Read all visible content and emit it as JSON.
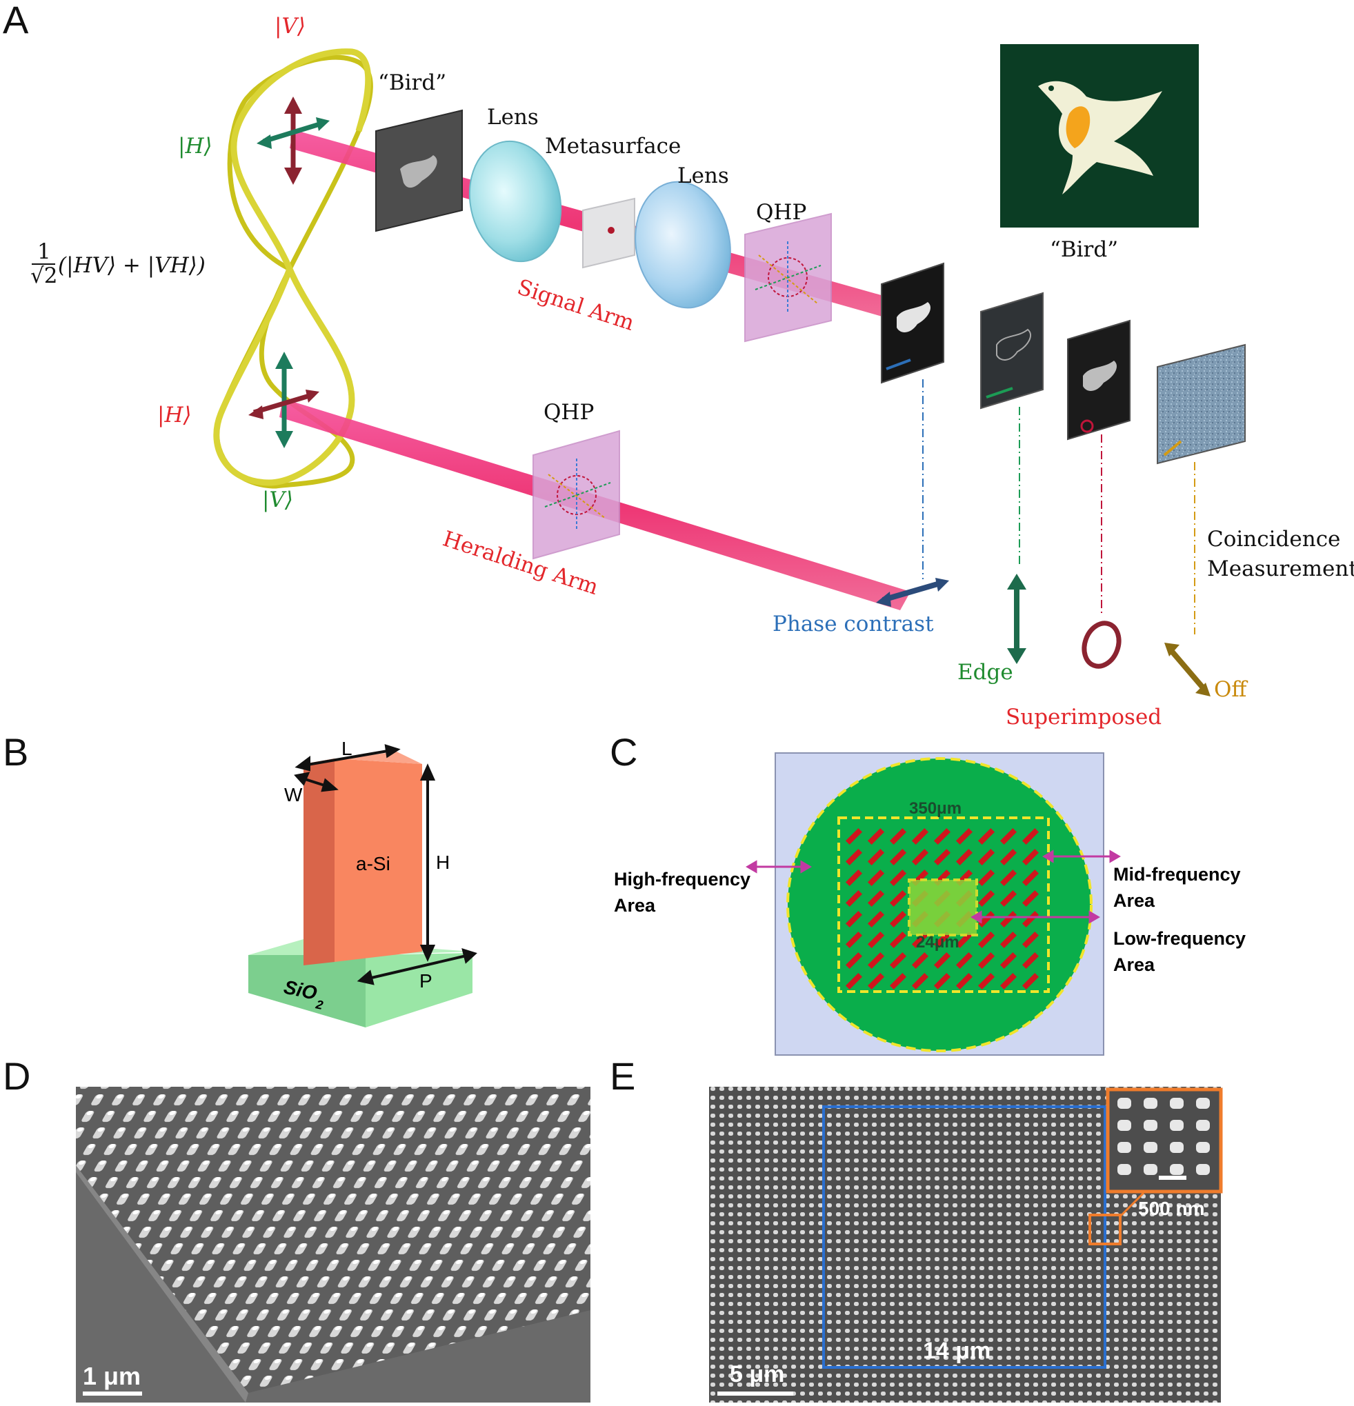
{
  "panels": {
    "a": "A",
    "b": "B",
    "c": "C",
    "d": "D",
    "e": "E"
  },
  "a": {
    "state_formula": "(|HV⟩ + |VH⟩)",
    "frac_num": "1",
    "frac_den": "√2",
    "ket_v_top": "|V⟩",
    "ket_h_top": "|H⟩",
    "ket_h_bottom": "|H⟩",
    "ket_v_bottom": "|V⟩",
    "bird_object": "“Bird”",
    "lens1": "Lens",
    "metasurface": "Metasurface",
    "lens2": "Lens",
    "qhp_signal": "QHP",
    "qhp_herald": "QHP",
    "signal_arm": "Signal Arm",
    "heralding_arm": "Heralding Arm",
    "bird_caption": "“Bird”",
    "coincidence_line1": "Coincidence",
    "coincidence_line2": "Measurement",
    "phase_contrast": "Phase contrast",
    "edge": "Edge",
    "superimposed": "Superimposed",
    "off": "Off"
  },
  "b": {
    "L": "L",
    "W": "W",
    "H": "H",
    "material": "a-Si",
    "substrate": "SiO",
    "substrate_sub": "2",
    "P": "P"
  },
  "c": {
    "size_outer": "350μm",
    "size_inner": "24μm",
    "high_line1": "High-frequency",
    "high_line2": "Area",
    "mid_line1": "Mid-frequency",
    "mid_line2": "Area",
    "low_line1": "Low-frequency",
    "low_line2": "Area"
  },
  "d": {
    "scale": "1 μm"
  },
  "e": {
    "scale": "5 μm",
    "box": "14 μm",
    "inset_scale": "500 nm"
  },
  "colors": {
    "beam": "#f0266a",
    "entangle_loop": "#c9c21a",
    "bird_bg": "#0b3d24",
    "c_green": "#0aae4b",
    "c_bg": "#cfd7f2",
    "c_rod": "#d0161d",
    "e_box_blue": "#2a6fd0",
    "e_box_orange": "#ef7c2c",
    "pillar": "#f98660",
    "substrate": "#9ae6a6"
  }
}
